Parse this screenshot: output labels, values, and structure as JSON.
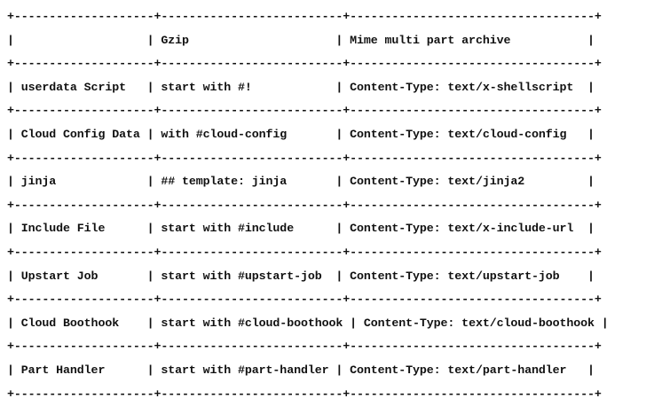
{
  "table": {
    "separator": "+--------------------+--------------------------+-----------------------------------+",
    "header": {
      "col1": "",
      "col2": "Gzip",
      "col3": "Mime multi part archive"
    },
    "rows": [
      {
        "col1": "userdata Script",
        "col2": "start with #!",
        "col3": "Content-Type: text/x-shellscript"
      },
      {
        "col1": "Cloud Config Data",
        "col2": "with #cloud-config",
        "col3": "Content-Type: text/cloud-config"
      },
      {
        "col1": "jinja",
        "col2": "## template: jinja",
        "col3": "Content-Type: text/jinja2"
      },
      {
        "col1": "Include File",
        "col2": "start with #include",
        "col3": "Content-Type: text/x-include-url"
      },
      {
        "col1": "Upstart Job",
        "col2": "start with #upstart-job",
        "col3": "Content-Type: text/upstart-job"
      },
      {
        "col1": "Cloud Boothook",
        "col2": "start with #cloud-boothook",
        "col3": "Content-Type: text/cloud-boothook"
      },
      {
        "col1": "Part Handler",
        "col2": "start with #part-handler",
        "col3": "Content-Type: text/part-handler"
      }
    ]
  }
}
